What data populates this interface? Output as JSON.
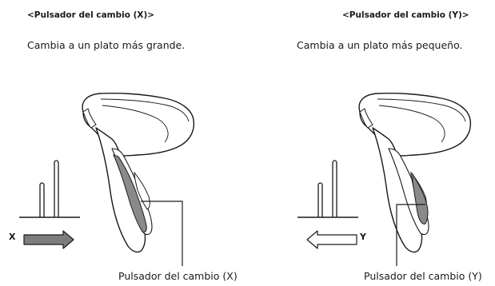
{
  "left": {
    "title": "<Pulsador del cambio (X)>",
    "description": "Cambia a un plato más grande.",
    "callout": "Pulsador del cambio (X)",
    "arrow_label": "X"
  },
  "right": {
    "title": "<Pulsador del cambio (Y)>",
    "description": "Cambia a un plato más pequeño.",
    "callout": "Pulsador del cambio (Y)",
    "arrow_label": "Y"
  },
  "colors": {
    "highlight": "#8a8a8a",
    "line": "#1a1a1a",
    "arrow_fill": "#7d7d7d"
  },
  "icons": [
    "shift-lever-icon",
    "chainring-icon",
    "right-arrow-icon",
    "left-arrow-icon"
  ]
}
